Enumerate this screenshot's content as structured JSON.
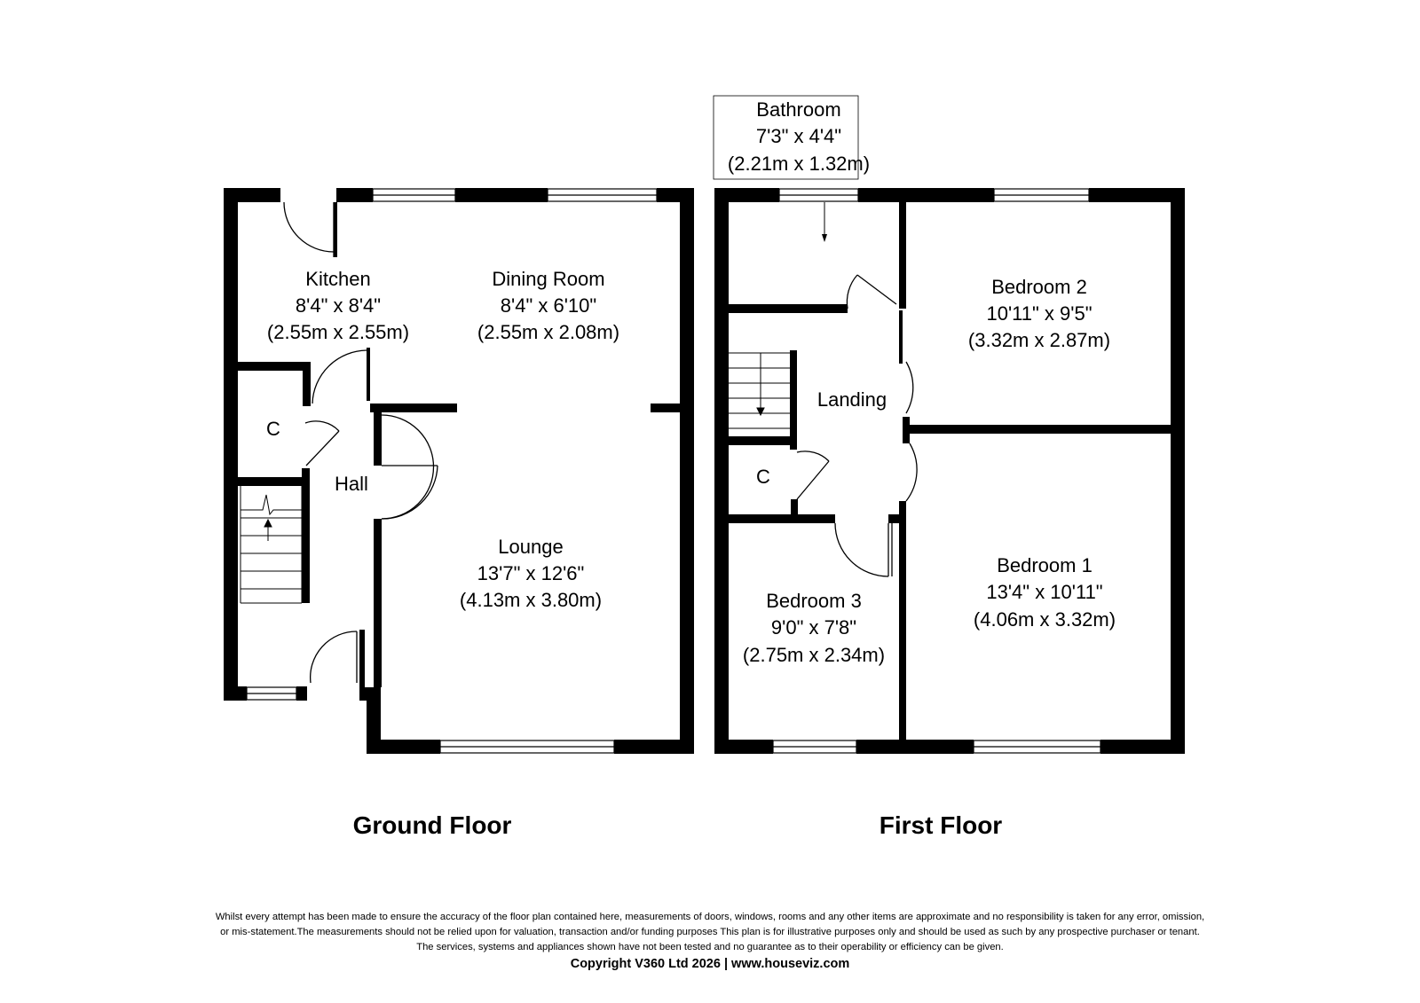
{
  "ground_floor": {
    "title": "Ground Floor",
    "rooms": {
      "kitchen": {
        "name": "Kitchen",
        "dims_imperial": "8'4\" x 8'4\"",
        "dims_metric": "(2.55m x 2.55m)"
      },
      "dining_room": {
        "name": "Dining Room",
        "dims_imperial": "8'4\" x 6'10\"",
        "dims_metric": "(2.55m x 2.08m)"
      },
      "lounge": {
        "name": "Lounge",
        "dims_imperial": "13'7\" x 12'6\"",
        "dims_metric": "(4.13m x 3.80m)"
      },
      "hall": {
        "name": "Hall"
      },
      "cupboard": {
        "name": "C"
      }
    }
  },
  "first_floor": {
    "title": "First Floor",
    "rooms": {
      "bathroom": {
        "name": "Bathroom",
        "dims_imperial": "7'3\" x 4'4\"",
        "dims_metric": "(2.21m x 1.32m)"
      },
      "bedroom_2": {
        "name": "Bedroom 2",
        "dims_imperial": "10'11\" x 9'5\"",
        "dims_metric": "(3.32m x 2.87m)"
      },
      "bedroom_1": {
        "name": "Bedroom 1",
        "dims_imperial": "13'4\" x 10'11\"",
        "dims_metric": "(4.06m x 3.32m)"
      },
      "bedroom_3": {
        "name": "Bedroom 3",
        "dims_imperial": "9'0\" x 7'8\"",
        "dims_metric": "(2.75m x 2.34m)"
      },
      "landing": {
        "name": "Landing"
      },
      "cupboard": {
        "name": "C"
      }
    }
  },
  "footer": {
    "disclaimer_lines": [
      "Whilst every attempt has been made to ensure the accuracy of the floor plan contained here, measurements of doors, windows, rooms and any other items are approximate and no responsibility is taken for any error, omission,",
      "or mis-statement.The measurements should not be relied upon for valuation, transaction and/or funding purposes This plan is for illustrative purposes only and should be used as such by any prospective purchaser or tenant.",
      "The services, systems and appliances shown have not been tested and no guarantee as to their operability or efficiency can be given."
    ],
    "copyright": "Copyright V360 Ltd 2026 | www.houseviz.com"
  },
  "colors": {
    "wall": "#000000",
    "background": "#ffffff",
    "line": "#000000"
  }
}
